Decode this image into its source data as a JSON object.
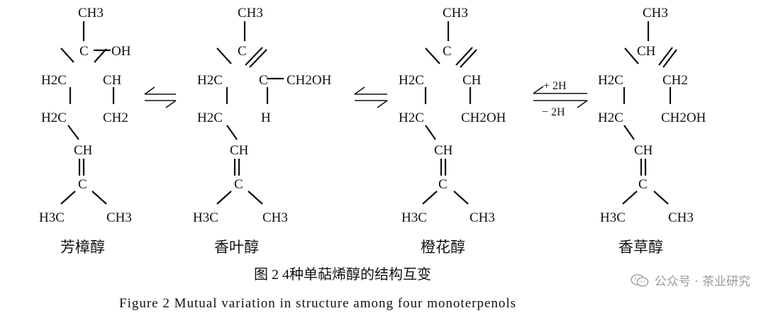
{
  "molecules": [
    {
      "name": "芳樟醇",
      "atoms": [
        "CH3",
        "C",
        "OH",
        "H2C",
        "CH",
        "H2C",
        "CH2",
        "CH",
        "C",
        "H3C",
        "CH3"
      ]
    },
    {
      "name": "香叶醇",
      "atoms": [
        "CH3",
        "C",
        "H2C",
        "C",
        "CH2OH",
        "H2C",
        "H",
        "CH",
        "C",
        "H3C",
        "CH3"
      ]
    },
    {
      "name": "橙花醇",
      "atoms": [
        "CH3",
        "C",
        "H2C",
        "CH",
        "H2C",
        "CH2OH",
        "CH",
        "C",
        "H3C",
        "CH3"
      ]
    },
    {
      "name": "香草醇",
      "atoms": [
        "CH3",
        "CH",
        "H2C",
        "CH2",
        "H2C",
        "CH2OH",
        "CH",
        "C",
        "H3C",
        "CH3"
      ]
    }
  ],
  "arrows": {
    "reduction_top": "+ 2H",
    "reduction_bottom": "− 2H"
  },
  "caption": {
    "cn": "图 2   4种单萜烯醇的结构互变",
    "en": "Figure 2   Mutual variation in structure among four monoterpenols"
  },
  "watermark": {
    "text": "公众号 · 茶业研究",
    "icon": "wechat-icon",
    "color": "#9a9a9a"
  }
}
